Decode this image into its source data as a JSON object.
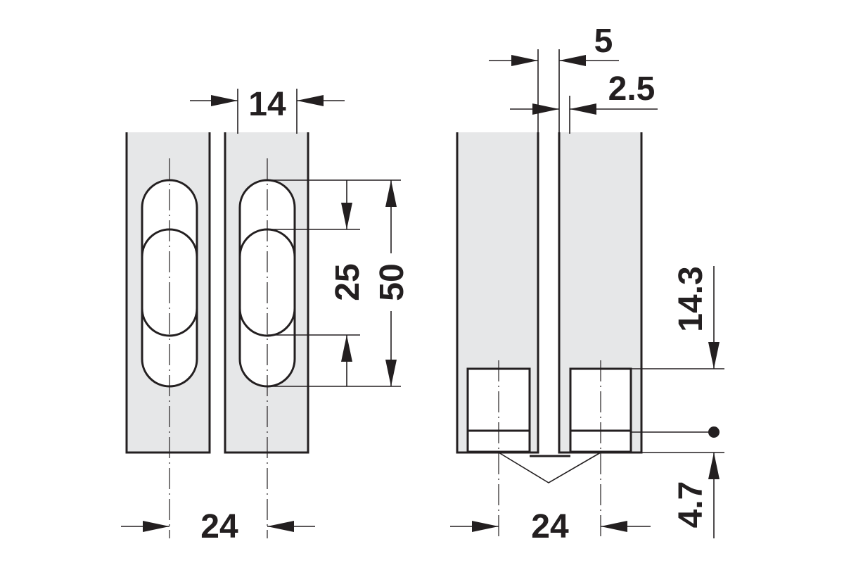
{
  "dimensions": {
    "left_view": {
      "top_width": "14",
      "bottom_width": "24",
      "slot_offset": "25",
      "slot_length": "50"
    },
    "right_view": {
      "top_width": "5",
      "top_offset": "2.5",
      "bottom_width": "24",
      "side_upper": "14.3",
      "side_lower": "4.7"
    }
  },
  "colors": {
    "line": "#231f20",
    "panel_fill": "#e6e7e8",
    "background": "#ffffff"
  }
}
